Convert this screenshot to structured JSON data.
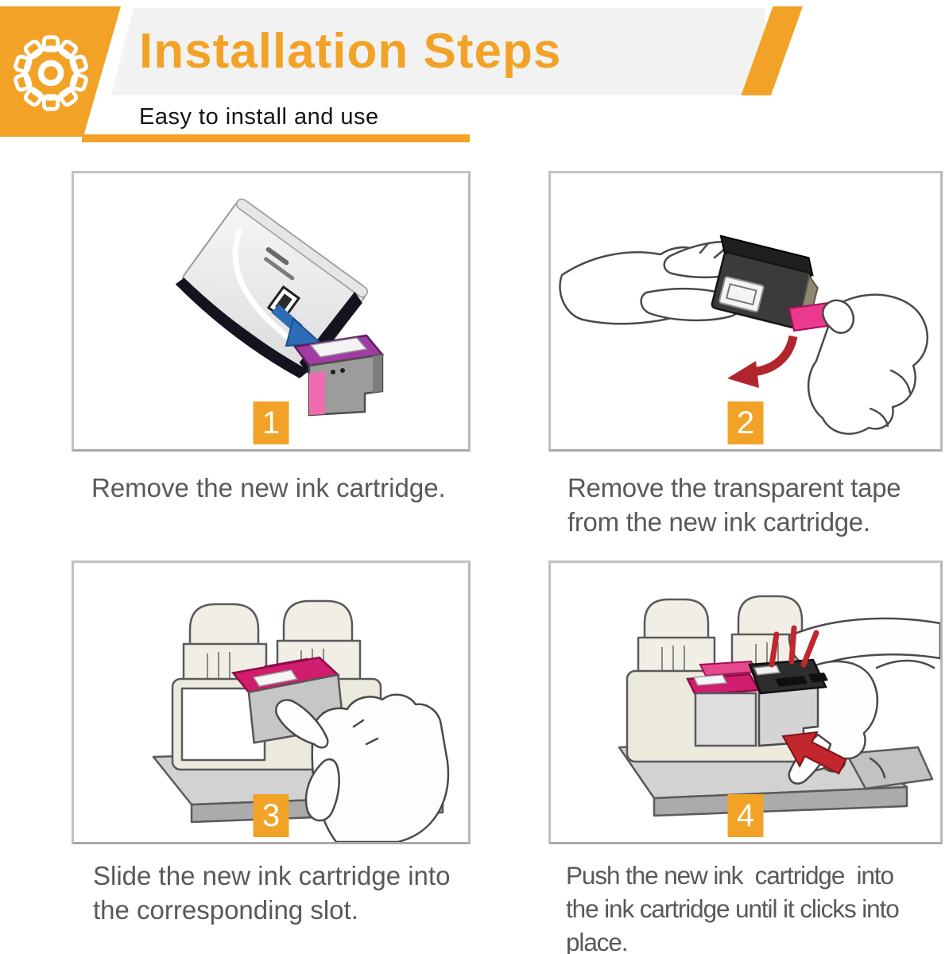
{
  "header": {
    "title": "Installation Steps",
    "subtitle": "Easy to install and use"
  },
  "steps": [
    {
      "number": "1",
      "caption": "Remove the new ink cartridge.",
      "lines": [
        "Remove the new ink cartridge."
      ]
    },
    {
      "number": "2",
      "caption": "Remove the transparent tape from the new ink cartridge.",
      "lines": [
        "Remove the transparent tape",
        "from the new ink cartridge."
      ]
    },
    {
      "number": "3",
      "caption": "Slide the new ink cartridge into the corresponding slot.",
      "lines": [
        "Slide the new ink cartridge into",
        "the corresponding slot."
      ]
    },
    {
      "number": "4",
      "caption": "Push the new ink cartridge into the ink cartridge until it clicks into place.",
      "lines": [
        "Push the new ink  cartridge  into",
        "the ink cartridge until it clicks into",
        "place."
      ]
    }
  ],
  "icons": {
    "header_icon": "gear-icon",
    "step1_arrow": "down-arrow-icon",
    "step2_arrow": "pull-arrow-icon",
    "step4_arrow": "push-arrow-icon"
  },
  "colors": {
    "accent_orange": "#F2A327",
    "banner_gray": "#F2F2F2",
    "caption_gray": "#595959",
    "subtitle_black": "#141414",
    "arrow_blue": "#2E6DB6",
    "arrow_red": "#B1262C",
    "push_arrow_red": "#C1272D",
    "magenta_cartridge": "#D01D6E",
    "purple_cartridge_top": "#A23BA3",
    "pink_label": "#F06BB0",
    "tape_pink": "#EA3A8E",
    "panel_border": "#C3C3C3"
  }
}
